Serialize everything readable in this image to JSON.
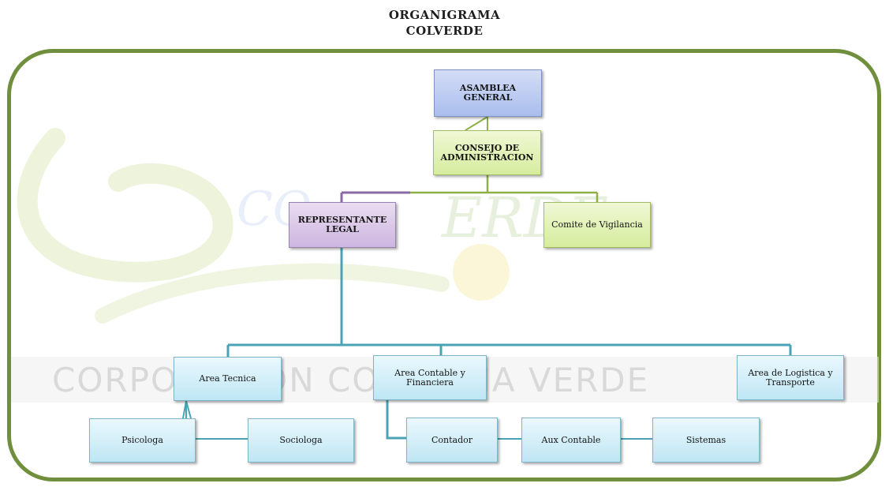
{
  "title": {
    "line1": "ORGANIGRAMA",
    "line2": "COLVERDE"
  },
  "watermark": {
    "text": "CORPORACION COLOMBIA VERDE"
  },
  "colors": {
    "frame": "#6f8f3c",
    "connector_blue": "#4aa3b5",
    "connector_green": "#8fb046",
    "connector_purple": "#8a6aa5"
  },
  "nodes": {
    "asamblea": "ASAMBLEA GENERAL",
    "consejo": "CONSEJO DE ADMINISTRACION",
    "representante": "REPRESENTANTE LEGAL",
    "comite": "Comite de Vigilancia",
    "area_tecnica": "Area Tecnica",
    "area_contable": "Area Contable y Financiera",
    "area_logistica": "Area de Logistica y Transporte",
    "psicologa": "Psicologa",
    "sociologa": "Sociologa",
    "contador": "Contador",
    "aux_contable": "Aux Contable",
    "sistemas": "Sistemas"
  }
}
